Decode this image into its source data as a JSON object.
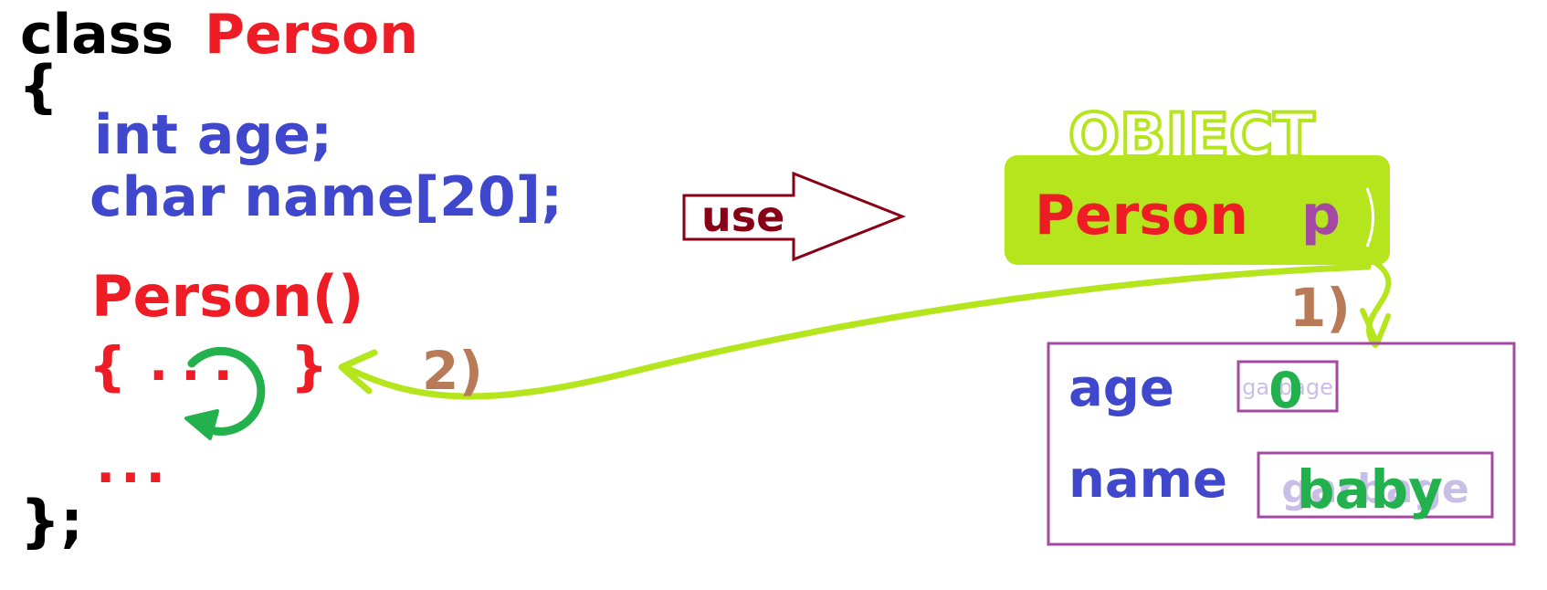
{
  "code": {
    "class_keyword": "class",
    "class_name": "Person",
    "open_brace": "{",
    "member_age": "int age;",
    "member_name": "char name[20];",
    "constructor_name": "Person()",
    "constructor_open": "{",
    "constructor_dots": "...",
    "constructor_close": "}",
    "more_dots": "...",
    "close_brace": "};"
  },
  "use_arrow": {
    "label": "use"
  },
  "object_panel": {
    "title": "OBJECT",
    "type": "Person",
    "variable": "p"
  },
  "steps": {
    "step1": "1)",
    "step2": "2)"
  },
  "memory": {
    "fields": [
      {
        "label": "age",
        "old_value": "garbage",
        "new_value": "0"
      },
      {
        "label": "name",
        "old_value": "garbage",
        "new_value": "baby"
      }
    ]
  },
  "colors": {
    "keyword": "#000000",
    "class_red": "#ee1c24",
    "member_blue": "#3f48cc",
    "object_lime": "#b5e61d",
    "use_dark_red": "#880015",
    "step_brown": "#b97a57",
    "memory_purple": "#a349a4",
    "value_green": "#22b14c",
    "variable_purple": "#a349a4",
    "garbage_gray": "#c8bfe7"
  }
}
